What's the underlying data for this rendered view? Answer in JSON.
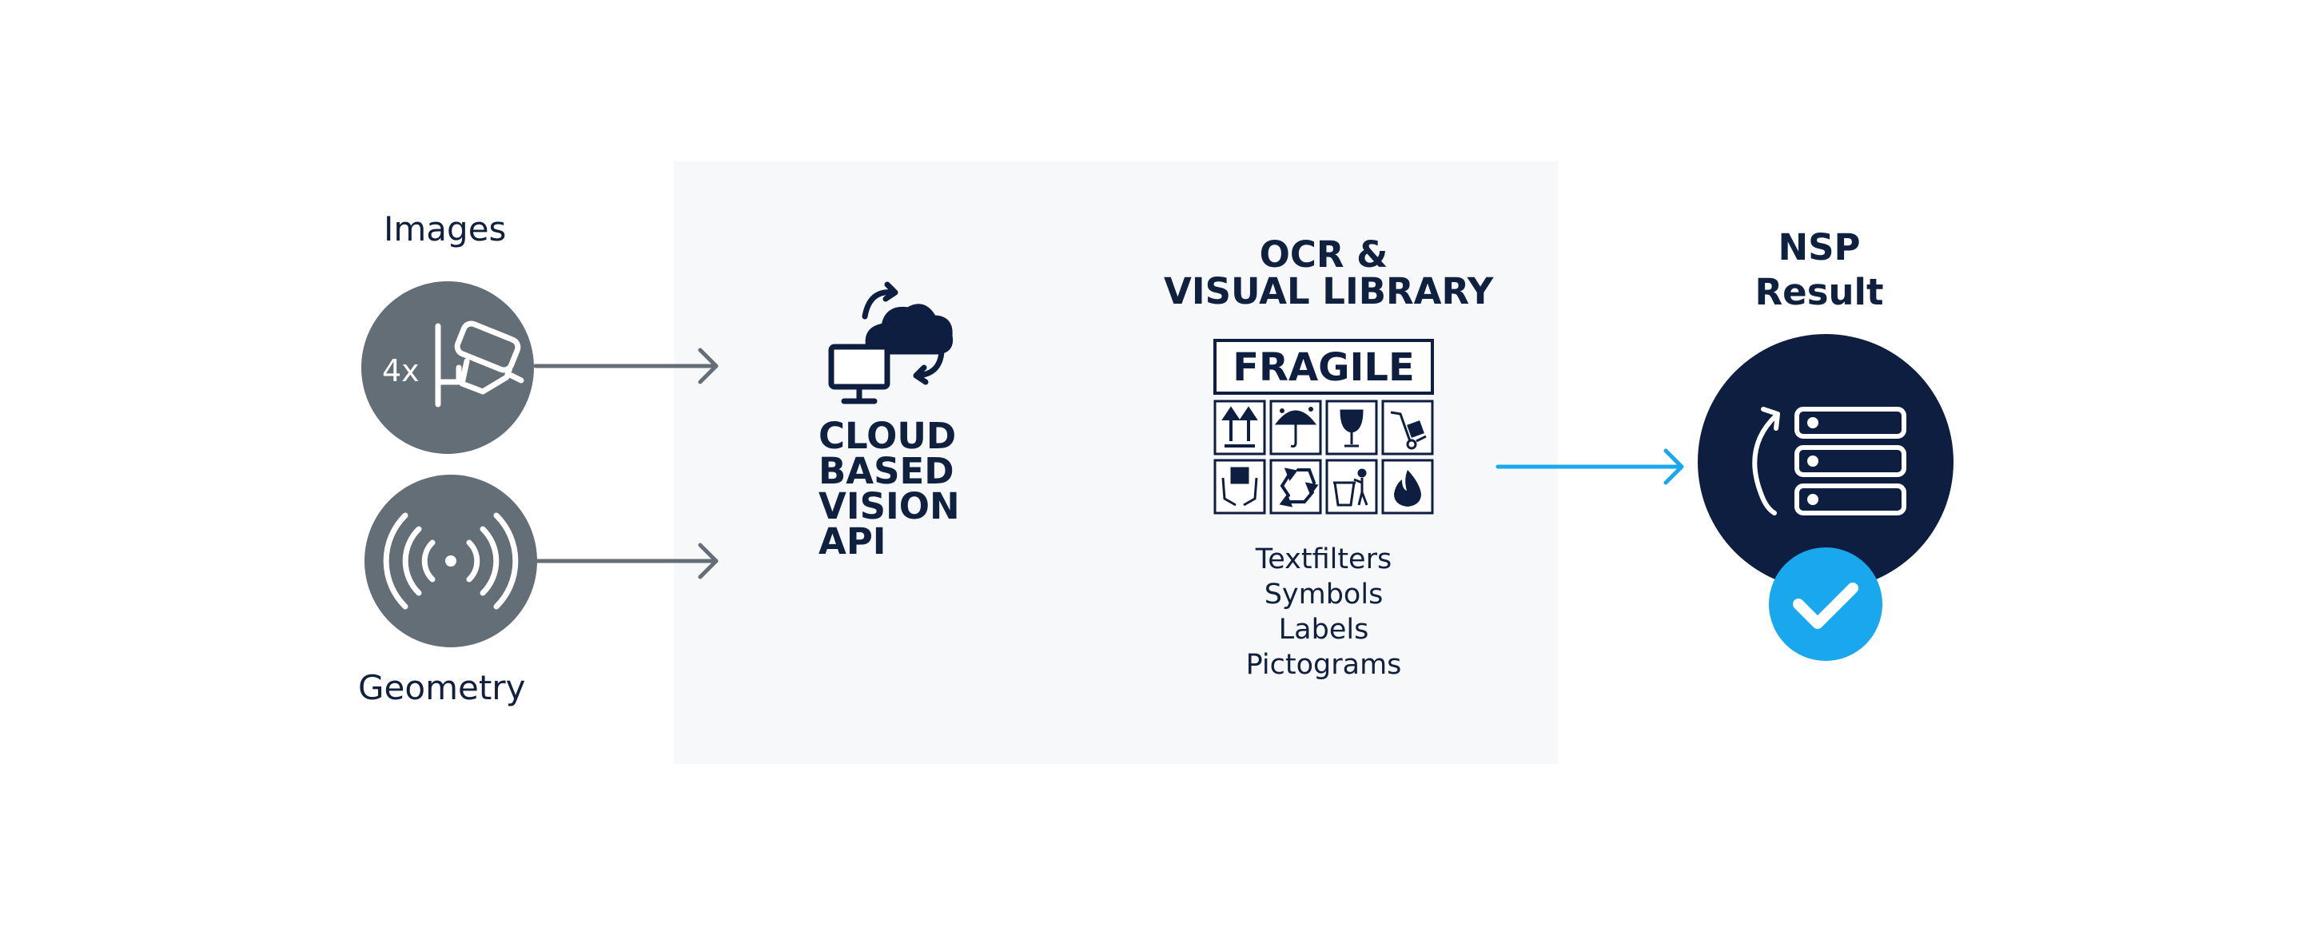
{
  "inputs": {
    "images_label": "Images",
    "camera_count": "4x",
    "geometry_label": "Geometry"
  },
  "processing": {
    "cloud_lines": [
      "CLOUD",
      "BASED",
      "VISION",
      "API"
    ],
    "ocr_title_lines": [
      "OCR &",
      "VISUAL LIBRARY"
    ],
    "fragile_label": "FRAGILE",
    "library_items": [
      "Textfilters",
      "Symbols",
      "Labels",
      "Pictograms"
    ]
  },
  "output": {
    "title_lines": [
      "NSP",
      "Result"
    ]
  },
  "colors": {
    "navy": "#0d1e40",
    "gray": "#646e76",
    "blue": "#19a7ed",
    "panel": "#f7f8fa"
  }
}
